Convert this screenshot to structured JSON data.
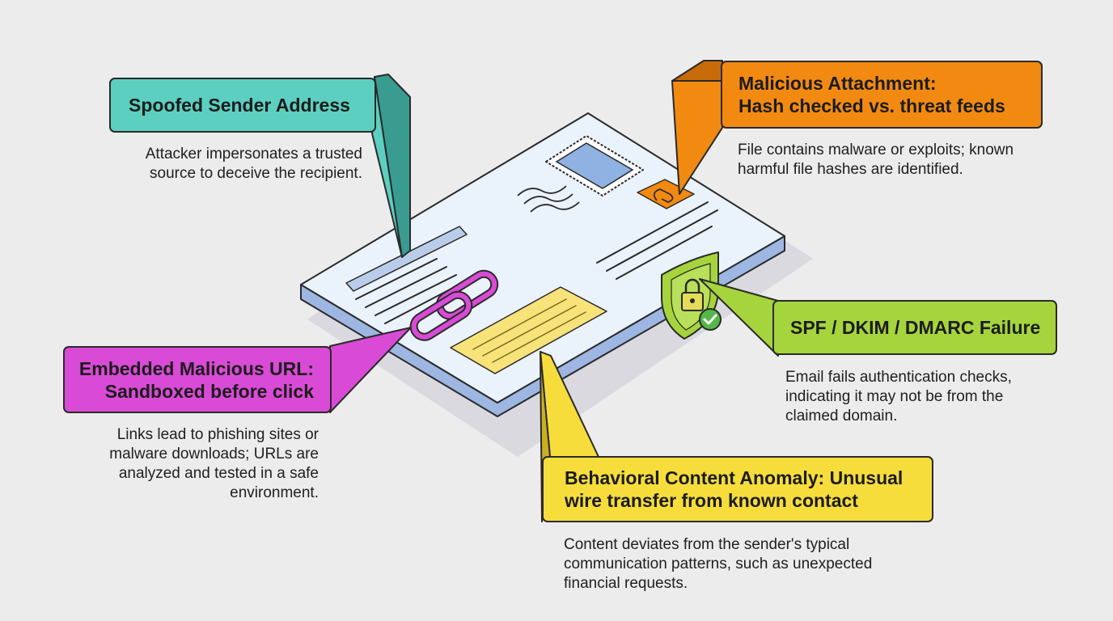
{
  "colors": {
    "background": "#ececec",
    "teal": "#5ccfc0",
    "orange": "#f28a12",
    "green": "#a6d43d",
    "magenta": "#d94bd6",
    "yellow": "#f7dd3c",
    "envelope": "#eaf2fb",
    "envelope_edge": "#aac1e6"
  },
  "callouts": {
    "spoofed_sender": {
      "title": [
        "Spoofed Sender Address"
      ],
      "desc": [
        "Attacker impersonates a trusted",
        "source to deceive the recipient."
      ]
    },
    "malicious_attachment": {
      "title": [
        "Malicious Attachment:",
        "Hash checked vs. threat feeds"
      ],
      "desc": [
        "File contains malware or exploits; known",
        "harmful file hashes are identified."
      ]
    },
    "auth_failure": {
      "title": [
        "SPF / DKIM / DMARC Failure"
      ],
      "desc": [
        "Email fails authentication checks,",
        "indicating it may not be from the",
        "claimed domain."
      ]
    },
    "malicious_url": {
      "title": [
        "Embedded Malicious URL:",
        "Sandboxed before click"
      ],
      "desc": [
        "Links lead to phishing sites or",
        "malware downloads; URLs are",
        "analyzed and tested in a safe",
        "environment."
      ]
    },
    "behavioral_anomaly": {
      "title": [
        "Behavioral Content Anomaly: Unusual",
        "wire transfer from known contact"
      ],
      "desc": [
        "Content deviates from the sender's typical",
        "communication patterns, such as unexpected",
        "financial requests."
      ]
    }
  },
  "icons": [
    "postage-stamp-icon",
    "paperclip-icon",
    "chain-link-icon",
    "shield-lock-icon",
    "checkmark-icon"
  ]
}
